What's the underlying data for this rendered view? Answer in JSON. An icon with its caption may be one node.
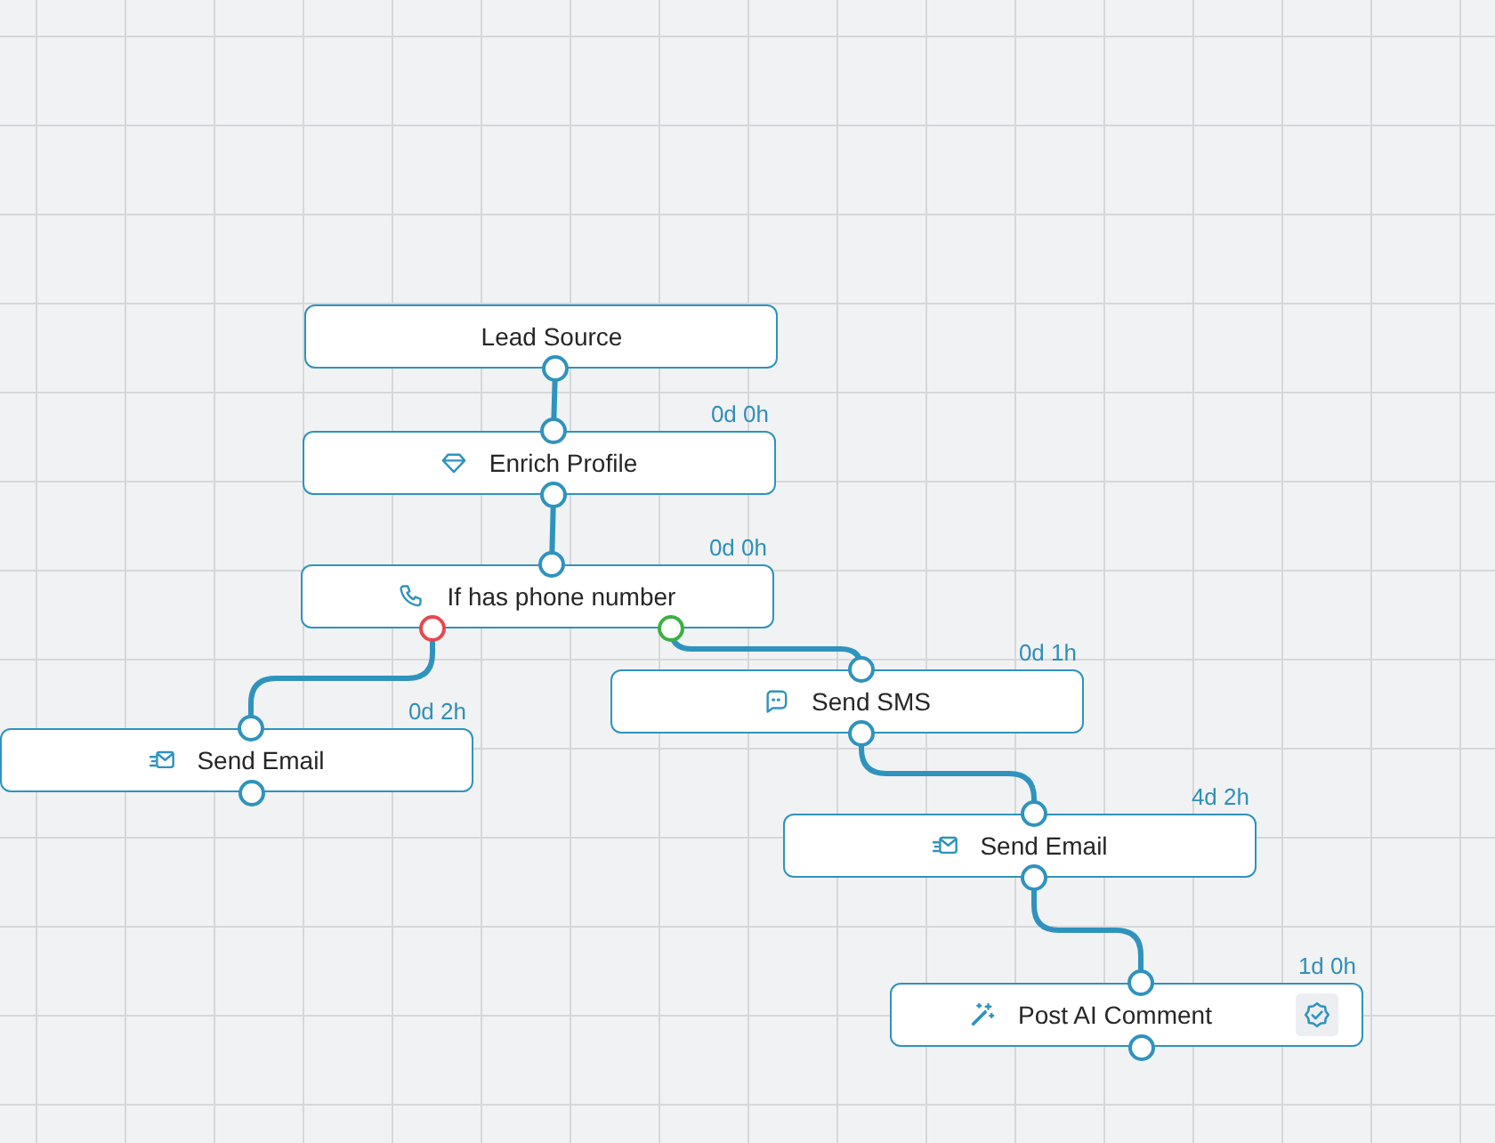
{
  "diagram": {
    "nodes": [
      {
        "text": [
          "Lead Source"
        ]
      },
      {
        "text": [
          "Enrich Profile"
        ],
        "beside": [
          "0d 0h"
        ]
      },
      {
        "text": [
          "If has phone number"
        ],
        "beside": [
          "0d 0h"
        ]
      },
      {
        "text": [
          "Send Email"
        ],
        "beside": [
          "0d 2h"
        ]
      },
      {
        "text": [
          "Send SMS"
        ],
        "beside": [
          "0d 1h"
        ]
      },
      {
        "text": [
          "Send Email"
        ],
        "beside": [
          "4d 2h"
        ]
      },
      {
        "text": [
          "Post AI Comment"
        ],
        "beside": [
          "1d 0h"
        ]
      }
    ],
    "edges": [
      {
        "from": 0,
        "to": 1,
        "arrow": "other"
      },
      {
        "from": 1,
        "to": 2,
        "arrow": "other"
      },
      {
        "from": 2,
        "to": 3,
        "arrow": "other"
      },
      {
        "from": 2,
        "to": 4,
        "arrow": "other"
      },
      {
        "from": 4,
        "to": 5,
        "arrow": "other"
      },
      {
        "from": 5,
        "to": 6,
        "arrow": "other"
      }
    ]
  }
}
